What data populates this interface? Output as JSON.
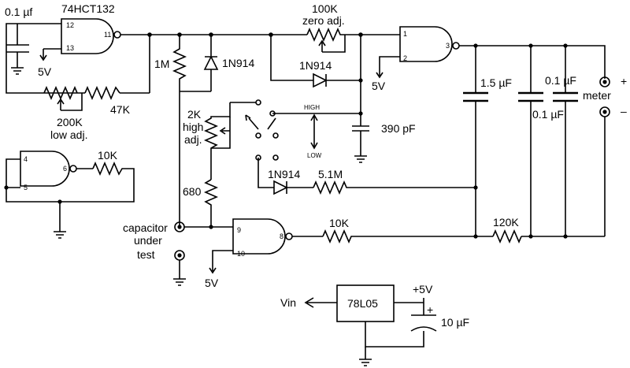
{
  "labels": {
    "cap_top": "0.1 µf",
    "chip": "74HCT132",
    "pin12": "12",
    "pin13": "13",
    "pin11": "11",
    "v5_a": "5V",
    "pot200k": "200K",
    "low_adj": "low adj.",
    "r47k": "47K",
    "r1m": "1M",
    "d1": "1N914",
    "pot100k": "100K",
    "zero_adj": "zero adj.",
    "pin1": "1",
    "pin2": "2",
    "pin3": "3",
    "v5_b": "5V",
    "d2": "1N914",
    "high": "HIGH",
    "low": "LOW",
    "c390": "390 pF",
    "c15": "1.5 µF",
    "c01a": "0.1 µF",
    "c01b": "0.1 µF",
    "meter": "meter",
    "plus": "+",
    "minus": "–",
    "pot2k": "2K",
    "high_adj1": "high",
    "high_adj2": "adj.",
    "pin4": "4",
    "pin5": "5",
    "pin6": "6",
    "r10k_a": "10K",
    "d3": "1N914",
    "r51m": "5.1M",
    "r680": "680",
    "cut1": "capacitor",
    "cut2": "under",
    "cut3": "test",
    "pin9": "9",
    "pin10": "10",
    "pin8": "8",
    "r10k_b": "10K",
    "r120k": "120K",
    "v5_c": "5V",
    "vin": "Vin",
    "reg": "78L05",
    "v5_out": "+5V",
    "c10u": "10 µF",
    "cap_plus": "+"
  }
}
